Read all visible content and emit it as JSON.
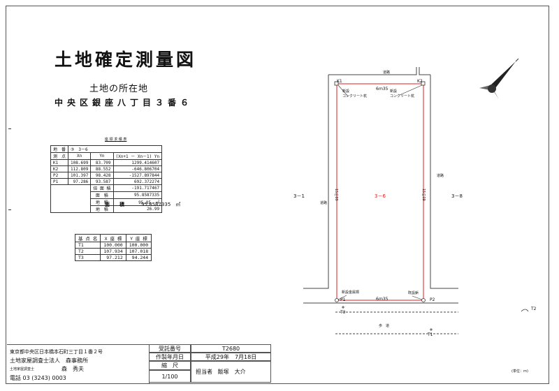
{
  "title": "土地確定測量図",
  "subtitle": "土地の所在地",
  "location": "中央区銀座八丁目３番６",
  "coord_table": {
    "title": "座 標 求 積 表",
    "lot_label": "地　番",
    "lot_value": "③　3－6",
    "header": [
      "測　点",
      "Xn",
      "Yn",
      "(Xn+1 － Xn－1) Yn"
    ],
    "rows": [
      [
        "K1",
        "108.699",
        "83.709",
        "1299.414607"
      ],
      [
        "K2",
        "112.809",
        "88.552",
        "-646.806704"
      ],
      [
        "P2",
        "101.397",
        "98.428",
        "-1527.897844"
      ],
      [
        "P1",
        "97.286",
        "93.587",
        "692.372274"
      ]
    ],
    "summary": [
      [
        "倍 面 積",
        "-191.717467"
      ],
      [
        "面　積",
        "95.8587335"
      ],
      [
        "地　積",
        "95.85　㎡"
      ],
      [
        "地　積",
        "26.99"
      ]
    ],
    "total_label": "面　　積",
    "total_value": "95.8587335　㎡"
  },
  "ref_table": {
    "header": [
      "基 点 名",
      "X 座 標",
      "Y 座 標"
    ],
    "rows": [
      [
        "T1",
        "100.000",
        "100.000"
      ],
      [
        "T2",
        "107.934",
        "107.018"
      ],
      [
        "T3",
        "97.212",
        "94.244"
      ]
    ]
  },
  "map": {
    "lot_label": "3－6",
    "left_lot": "3－1",
    "right_lot": "3－8",
    "points": {
      "k1": "K1",
      "k2": "K2",
      "p1": "P1",
      "p2": "P2",
      "t1": "T1",
      "t2": "T2",
      "t3": "T3"
    },
    "dim_top": "6ｍ35",
    "dim_bottom": "6ｍ35",
    "dim_left": "15ｍ09",
    "dim_right": "15ｍ09",
    "marker_k1": "新設\nコンクリート杭",
    "marker_k2": "新設\nコンクリート杭",
    "marker_p1": "新設金属標",
    "marker_p2": "既設鋲",
    "road": "歩　道",
    "wall_top": "道路",
    "wall_right": "道路",
    "wall_left": "道路"
  },
  "footer": {
    "address": "東京都中央区日本橋本石町三丁目１番２号",
    "company": "土地家屋調査士法人　森事務所",
    "surveyor_label": "土地家屋調査士",
    "surveyor_name": "森　秀夫",
    "phone": "電話 03 (3243) 0003",
    "receipt_label": "受託番号",
    "receipt_value": "T2680",
    "date_label": "作製年月日",
    "date_value": "平成29年　7月18日",
    "scale_label": "縮　尺",
    "scale_value": "1/100",
    "staff_label": "担当者",
    "staff_value": "飯塚　大介",
    "unit_note": "(単位：ｍ)"
  }
}
